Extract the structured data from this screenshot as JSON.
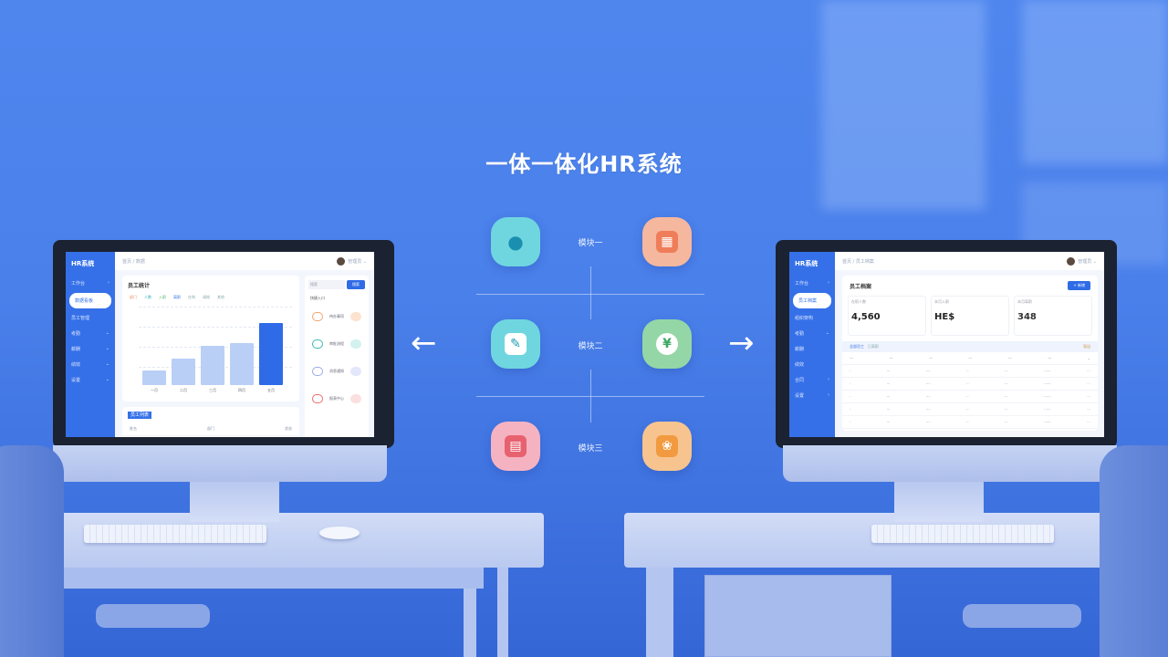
{
  "headline": "一体一体化HR系统",
  "colors": {
    "background": "#4f86ee",
    "accent_blue": "#2f6be6",
    "sidebar_blue": "#3570e8",
    "teal_icon": "#6fd6e0",
    "salmon_icon": "#f6b79f",
    "green_icon": "#94d6a6",
    "pink_icon": "#f5b3c2",
    "orange_icon": "#f7c48f"
  },
  "modules": [
    {
      "name": "employee",
      "icon": "person-icon",
      "label": "模块一"
    },
    {
      "name": "records",
      "icon": "grid-document-icon",
      "label": "模块一"
    },
    {
      "name": "approval",
      "icon": "pen-sign-icon",
      "label": "模块二"
    },
    {
      "name": "salary",
      "icon": "money-icon",
      "label": "模块二"
    },
    {
      "name": "contracts",
      "icon": "document-icon",
      "label": "模块三"
    },
    {
      "name": "training",
      "icon": "growth-icon",
      "label": "模块三"
    }
  ],
  "nav": {
    "prev": "←",
    "next": "→"
  },
  "left_screen": {
    "logo": "HR系统",
    "breadcrumb": "首页 / 数据",
    "user": "管理员",
    "sidebar": [
      "工作台",
      "数据看板",
      "员工管理",
      "考勤",
      "薪酬",
      "绩效",
      "设置"
    ],
    "chart_card_title": "员工统计",
    "legend": [
      "部门",
      "人数",
      "入职",
      "离职",
      "在岗",
      "调岗",
      "其他"
    ],
    "search_placeholder": "搜索",
    "search_button": "搜索",
    "side_title": "快捷入口",
    "quick_items": [
      "待办事项",
      "审批流程",
      "消息通知",
      "报表中心"
    ],
    "bottom_tag": "员工列表",
    "bottom_cols": [
      "姓名",
      "部门",
      "状态"
    ]
  },
  "right_screen": {
    "logo": "HR系统",
    "breadcrumb": "首页 / 员工档案",
    "user": "管理员",
    "sidebar": [
      "工作台",
      "员工档案",
      "组织架构",
      "考勤",
      "薪酬",
      "绩效",
      "合同",
      "设置"
    ],
    "page_title": "员工档案",
    "add_button": "+ 新增",
    "stats": [
      {
        "title": "在职人数",
        "value": "4,560",
        "sub": "人"
      },
      {
        "title": "本月入职",
        "value": "HE$",
        "sub": "人"
      },
      {
        "title": "本月离职",
        "value": "348",
        "sub": "人"
      }
    ],
    "tabs": [
      "全部员工",
      "已离职"
    ],
    "export_button": "导出",
    "table_rows": 5
  },
  "chart_data": {
    "type": "bar",
    "title": "员工统计",
    "categories": [
      "一月",
      "二月",
      "三月",
      "四月",
      "五月"
    ],
    "values": [
      12,
      22,
      33,
      35,
      52
    ],
    "ylim": [
      0,
      60
    ],
    "highlight_index": 4
  }
}
